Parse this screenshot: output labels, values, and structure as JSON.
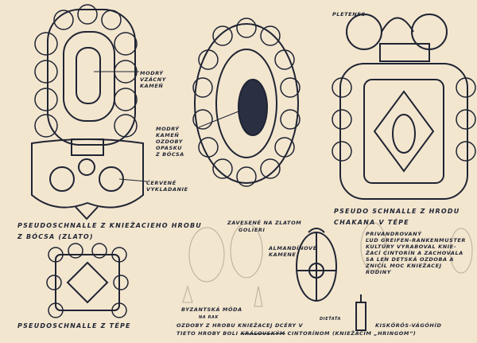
{
  "labels": {
    "modry_vzacny": "MODRÝ VZÁCNY KAMEŇ",
    "modry_kamen": "MODRÝ KAMEŇ OZDOBY OPASKU Z BÓCSA",
    "cervene": "ČERVENÉ VYKLADANIE",
    "pletenec": "PLETENEC",
    "caption_bocsa_1": "PSEUDOSCHNALLE Z KNIEŽACIEHO HROBU",
    "caption_bocsa_2": "Z BÓCSA (ZLATO)",
    "caption_zavesene_1": "ZAVESENÉ NA ZLATOM",
    "caption_zavesene_2": "GOLIERI",
    "caption_chakana_1": "PSEUDO SCHNALLE Z HRODU",
    "caption_chakana_2": "CHAKANA V TÉPE",
    "almandine": "ALMANDÍNOVÉ KAMENE",
    "note_lines": [
      "PRIVANDROVANÝ",
      "ĽUD GREIFEN-RANKENMUSTER",
      "KULTÚRY VYRABOVAL KNIE-",
      "ŽACÍ CINTORÍN A ZACHOVALA",
      "SA LEN DETSKÁ OZDOBA A",
      "ZNIČIL MOC KNIEŽACEJ",
      "RODINY"
    ],
    "caption_tepe": "PSEUDOSCHNALLE Z TÉPE",
    "byzantska": "BYZANTSKÁ MÓDA",
    "na_rak": "NA RAK",
    "dietata": "DIEŤAŤA",
    "bottom_1": "OZDOBY Z HROBU KNIEŽACEJ DCÉRY V",
    "kiskoros": "KISKŐRÖS-VÁGÓHÍD",
    "bottom_2a": "TIETO HROBY BOLI",
    "bottom_2_struck": "KRÁĽOVSKÝM",
    "bottom_2b": "CINTORÍNOM (KNIEŽACÍM „HRINGOM“)"
  },
  "colors": {
    "paper": "#f3e6cf",
    "ink": "#1f2433",
    "pencil": "#b9ad9b"
  }
}
